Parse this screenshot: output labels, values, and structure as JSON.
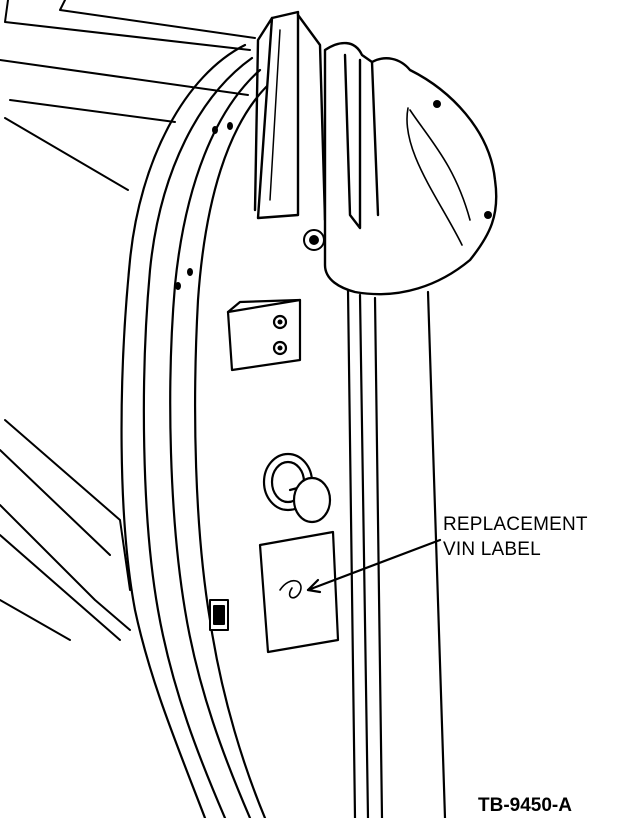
{
  "callout": {
    "line1": "REPLACEMENT",
    "line2": "VIN LABEL"
  },
  "figure_id": "TB-9450-A"
}
